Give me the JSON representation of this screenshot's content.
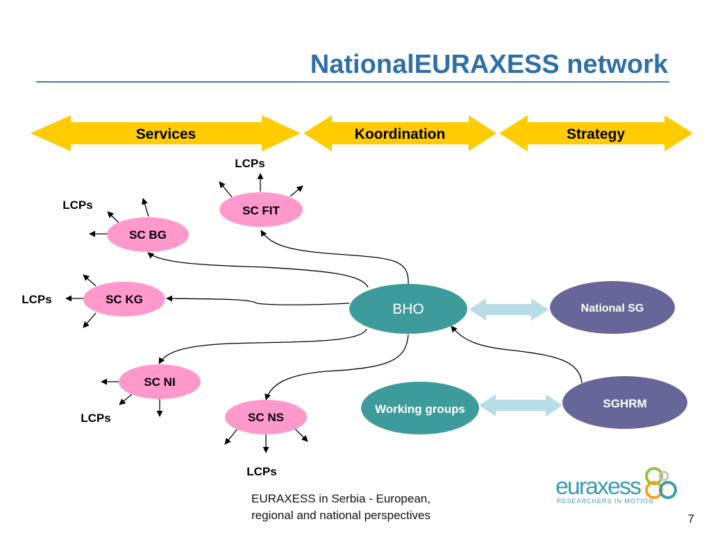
{
  "slide": {
    "title": "NationalEURAXESS network",
    "number": "7",
    "footer_lines": [
      "EURAXESS in Serbia - European,",
      "regional and national perspectives"
    ]
  },
  "banner": {
    "services": "Services",
    "coordination": "Koordination",
    "strategy": "Strategy"
  },
  "nodes": {
    "bho": "BHO",
    "sc_fit": "SC FIT",
    "sc_bg": "SC BG",
    "sc_kg": "SC KG",
    "sc_ni": "SC NI",
    "sc_ns": "SC NS",
    "national_sg": "National SG",
    "sghrm": "SGHRM",
    "working_groups": "Working groups"
  },
  "lcp_labels": {
    "fit": "LCPs",
    "bg": "LCPs",
    "kg": "LCPs",
    "ni": "LCPs",
    "ns": "LCPs"
  },
  "logo": {
    "wordmark": "euraxess",
    "tagline": "RESEARCHERS IN MOTION"
  },
  "colors": {
    "title": "#2e6fa8",
    "banner_arrow": "#ffcc00",
    "sc_node": "#ff99cc",
    "bho_node": "#3d9b9b",
    "purple_node": "#666699",
    "double_arrow": "#b7dde6"
  }
}
